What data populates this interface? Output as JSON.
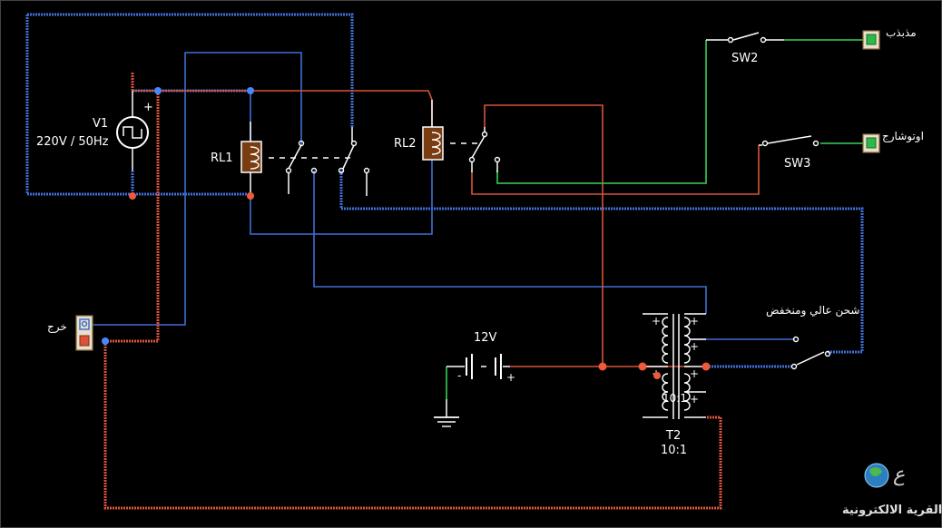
{
  "components": {
    "v1": {
      "name": "V1",
      "rating": "220V / 50Hz",
      "polarity": "+"
    },
    "rl1": {
      "name": "RL1"
    },
    "rl2": {
      "name": "RL2"
    },
    "sw2": {
      "name": "SW2"
    },
    "sw3": {
      "name": "SW3"
    },
    "battery": {
      "label": "12V",
      "plus": "+",
      "minus": "-"
    },
    "t2": {
      "name": "T2",
      "ratio": "10:1",
      "core_label": "10:1",
      "plus": "+"
    }
  },
  "terminals": {
    "output": "خرج",
    "flasher": "مذبذب",
    "autocharge": "اوتوشارج",
    "charge_mode": "شحن عالي ومنخفض"
  },
  "logo": {
    "text": "القرية الالكترونية",
    "mark": "ع"
  },
  "colors": {
    "background": "#000000",
    "wire_blue": "#3f6fd6",
    "wire_red": "#d8533a",
    "wire_green": "#2fb84a",
    "coil_fill": "#7a3d12",
    "terminal_fill": "#e8e0c8"
  }
}
